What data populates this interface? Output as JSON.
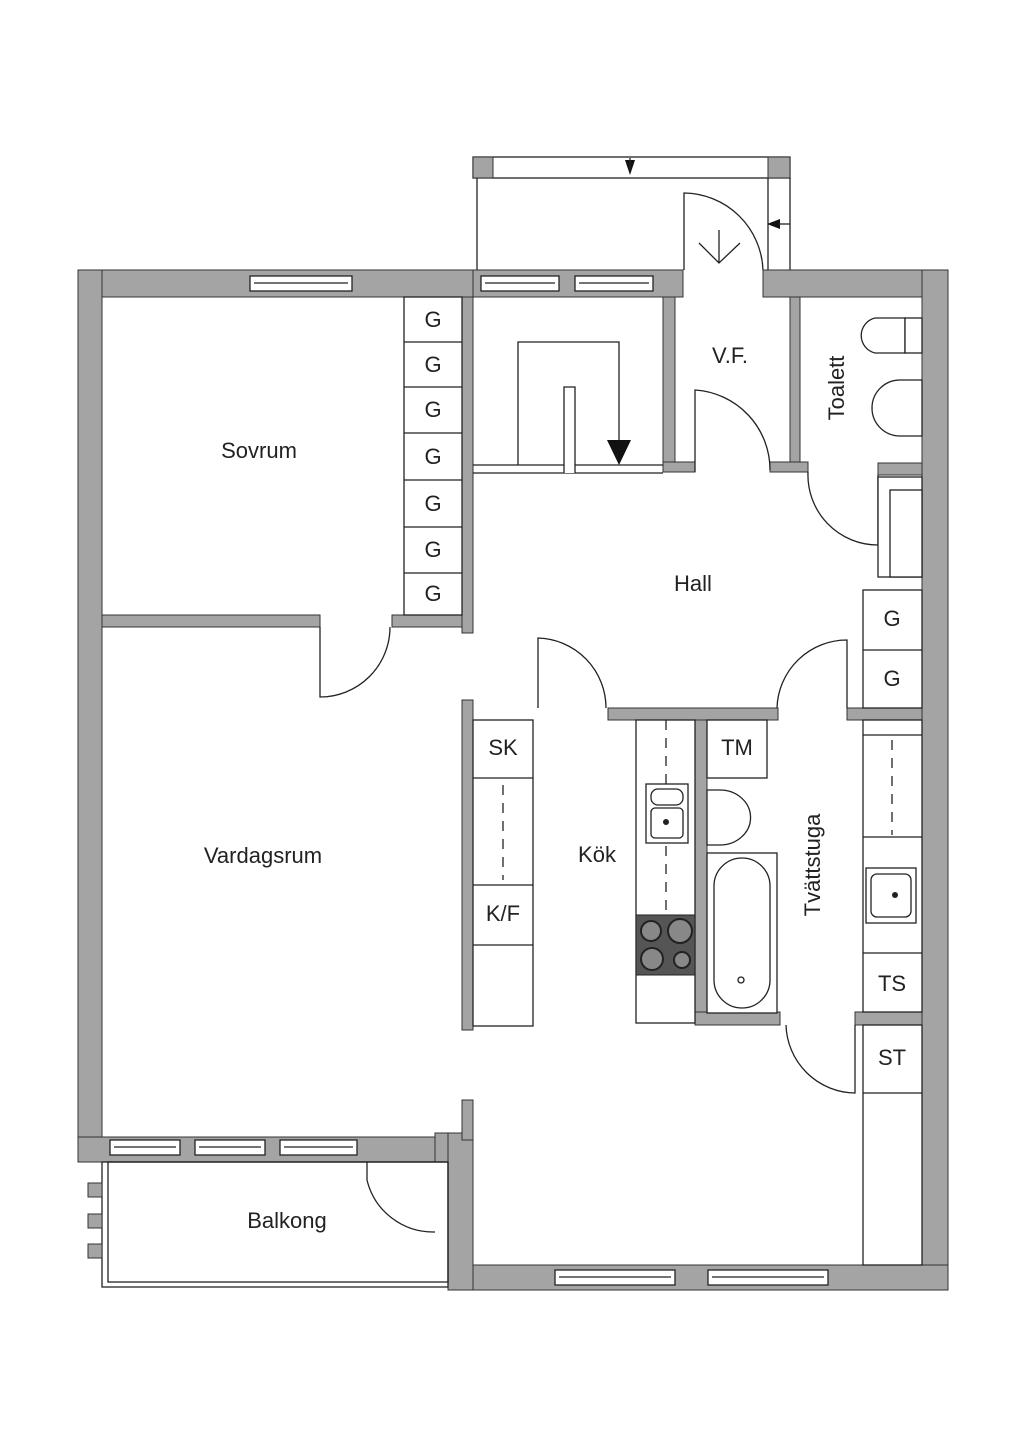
{
  "rooms": {
    "sovrum": "Sovrum",
    "vardagsrum": "Vardagsrum",
    "hall": "Hall",
    "kok": "Kök",
    "balkong": "Balkong",
    "vf": "V.F.",
    "toalett": "Toalett",
    "tvattstuga": "Tvättstuga"
  },
  "fixtures": {
    "wardrobe": "G",
    "sk": "SK",
    "kf": "K/F",
    "tm": "TM",
    "ts": "TS",
    "st": "ST"
  },
  "colors": {
    "wall": "#a4a4a4",
    "stove": "#555555"
  }
}
